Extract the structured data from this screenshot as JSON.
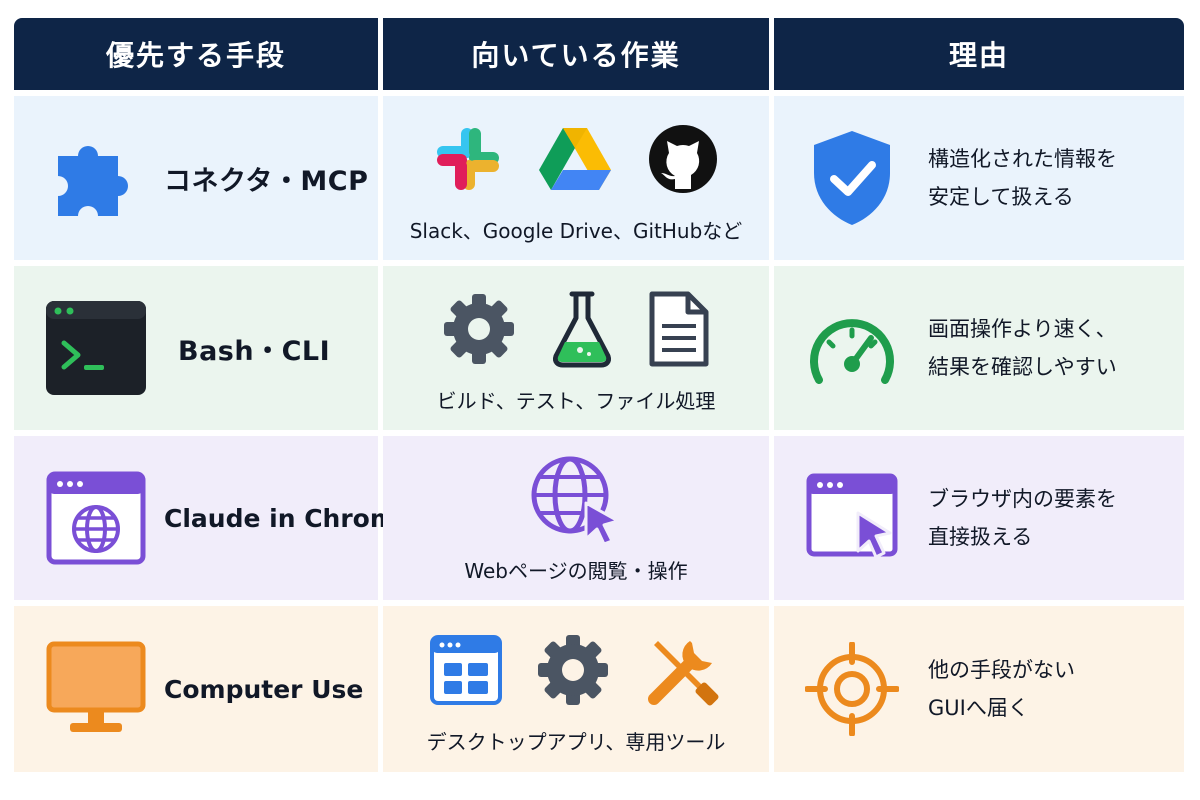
{
  "header": {
    "col1": "優先する手段",
    "col2": "向いている作業",
    "col3": "理由"
  },
  "rows": [
    {
      "method": "コネクタ・MCP",
      "method_icon": "puzzle-icon",
      "task_icons": [
        "slack-icon",
        "google-drive-icon",
        "github-icon"
      ],
      "task": "Slack、Google Drive、GitHubなど",
      "reason_line1": "構造化された情報を",
      "reason_line2": "安定して扱える",
      "reason_icon": "shield-check-icon",
      "color": "#2f7be6"
    },
    {
      "method": "Bash・CLI",
      "method_icon": "terminal-icon",
      "task_icons": [
        "gear-icon",
        "flask-icon",
        "document-icon"
      ],
      "task": "ビルド、テスト、ファイル処理",
      "reason_line1": "画面操作より速く、",
      "reason_line2": "結果を確認しやすい",
      "reason_icon": "speedometer-icon",
      "color": "#1f9d4c"
    },
    {
      "method": "Claude in Chrome",
      "method_icon": "browser-globe-icon",
      "task_icons": [
        "globe-cursor-icon"
      ],
      "task": "Webページの閲覧・操作",
      "reason_line1": "ブラウザ内の要素を",
      "reason_line2": "直接扱える",
      "reason_icon": "browser-cursor-icon",
      "color": "#7a4fd6"
    },
    {
      "method": "Computer Use",
      "method_icon": "monitor-icon",
      "task_icons": [
        "app-window-icon",
        "gear-icon",
        "tools-icon"
      ],
      "task": "デスクトップアプリ、専用ツール",
      "reason_line1": "他の手段がない",
      "reason_line2": "GUIへ届く",
      "reason_icon": "target-icon",
      "color": "#ec8a1e"
    }
  ]
}
